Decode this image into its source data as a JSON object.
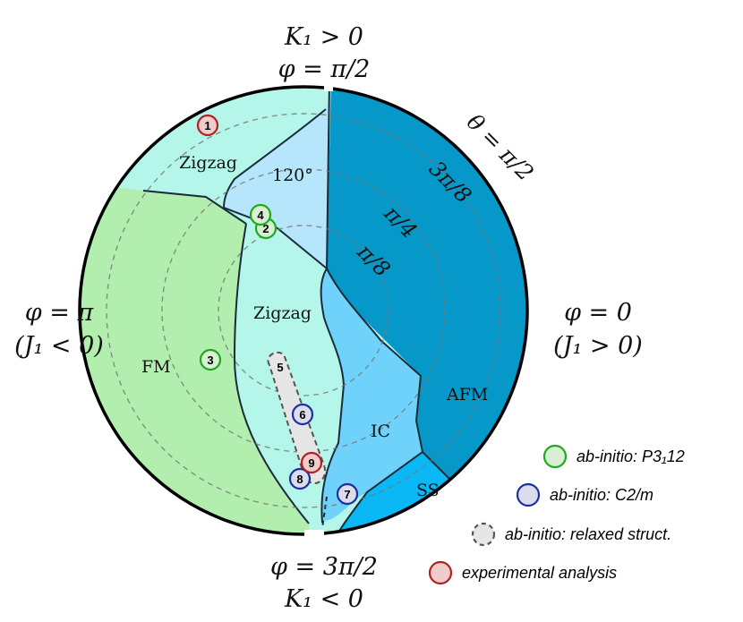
{
  "labels": {
    "top_line1": "K₁ > 0",
    "top_line2": "φ = π/2",
    "left_line1": "φ = π",
    "left_line2": "(J₁ < 0)",
    "right_line1": "φ = 0",
    "right_line2": "(J₁ > 0)",
    "bottom_line1": "φ = 3π/2",
    "bottom_line2": "K₁ < 0",
    "theta_outer": "θ = π/2",
    "theta_3pi8": "3π/8",
    "theta_pi4": "π/4",
    "theta_pi8": "π/8"
  },
  "regions": {
    "zigzag_top": "Zigzag",
    "deg120": "120°",
    "zigzag_center": "Zigzag",
    "fm": "FM",
    "afm": "AFM",
    "ic": "IC",
    "ss": "SS"
  },
  "colors": {
    "zigzag": "#b4f6ea",
    "fm": "#b2efaf",
    "deg120": "#b6e6fb",
    "ic": "#6fd2fb",
    "afm": "#0598c8",
    "ss": "#0ab8f5",
    "boundary": "#1a2b3a",
    "green_marker": "#1fa81f",
    "blue_marker": "#1a2fa0",
    "red_marker": "#b42020",
    "grey_marker": "#555555"
  },
  "markers": [
    {
      "id": "1",
      "kind": "experimental analysis"
    },
    {
      "id": "2",
      "kind": "ab-initio: P3₁12"
    },
    {
      "id": "3",
      "kind": "ab-initio: P3₁12"
    },
    {
      "id": "4",
      "kind": "ab-initio: P3₁12"
    },
    {
      "id": "5",
      "kind": "ab-initio: relaxed struct."
    },
    {
      "id": "6",
      "kind": "ab-initio: C2/m"
    },
    {
      "id": "7",
      "kind": "ab-initio: C2/m"
    },
    {
      "id": "8",
      "kind": "ab-initio: C2/m"
    },
    {
      "id": "9",
      "kind": "experimental analysis"
    }
  ],
  "legend": [
    {
      "label": "ab-initio: P3₁12",
      "style": "green"
    },
    {
      "label": "ab-initio: C2/m",
      "style": "blue"
    },
    {
      "label": "ab-initio: relaxed struct.",
      "style": "dashed"
    },
    {
      "label": "experimental analysis",
      "style": "red"
    }
  ]
}
